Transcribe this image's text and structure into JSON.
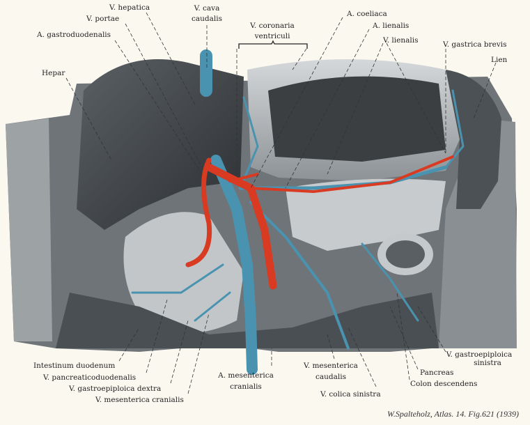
{
  "figure": {
    "credit": "W.Spalteholz, Atlas. 14. Fig.621 (1939)",
    "colors": {
      "vein": "#4a93b0",
      "artery": "#d93a22",
      "organ_dark": "#3a3d40",
      "organ_light": "#b8bcbf",
      "background": "#fbf8f0"
    },
    "labels_top": {
      "v_hepatica": "V. hepatica",
      "v_portae": "V. portae",
      "v_cava_1": "V. cava",
      "v_cava_2": "caudalis",
      "v_coronaria_1": "V. coronaria",
      "v_coronaria_2": "ventriculi",
      "a_coeliaca": "A. coeliaca",
      "a_lienalis": "A. lienalis",
      "v_lienalis": "V. lienalis",
      "v_gastrica_brevis": "V. gastrica brevis",
      "lien": "Lien",
      "a_gastroduodenalis": "A. gastroduodenalis",
      "hepar": "Hepar"
    },
    "labels_bottom": {
      "intestinum_duodenum": "Intestinum duodenum",
      "v_pancreaticoduodenalis": "V. pancreaticoduodenalis",
      "v_gastroepiploica_dextra": "V. gastroepiploica dextra",
      "v_mesenterica_cranialis": "V. mesenterica cranialis",
      "a_mesenterica_1": "A. mesenterica",
      "a_mesenterica_2": "cranialis",
      "v_mesenterica_caudalis_1": "V. mesenterica",
      "v_mesenterica_caudalis_2": "caudalis",
      "v_colica_sinistra": "V. colica sinistra",
      "pancreas": "Pancreas",
      "colon_descendens": "Colon descendens",
      "v_gastroepiploica_sinistra_1": "V. gastroepiploica",
      "v_gastroepiploica_sinistra_2": "sinistra"
    }
  }
}
